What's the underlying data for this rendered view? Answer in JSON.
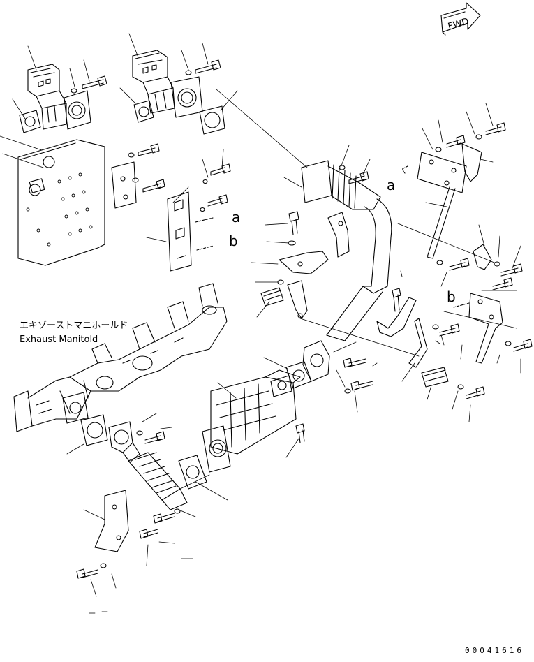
{
  "diagram": {
    "forward_marker": "FWD",
    "label_japanese": "エキゾーストマニホールド",
    "label_english": "Exhaust Manitold",
    "reference_a": "a",
    "reference_b": "b",
    "document_number": "00041616"
  }
}
